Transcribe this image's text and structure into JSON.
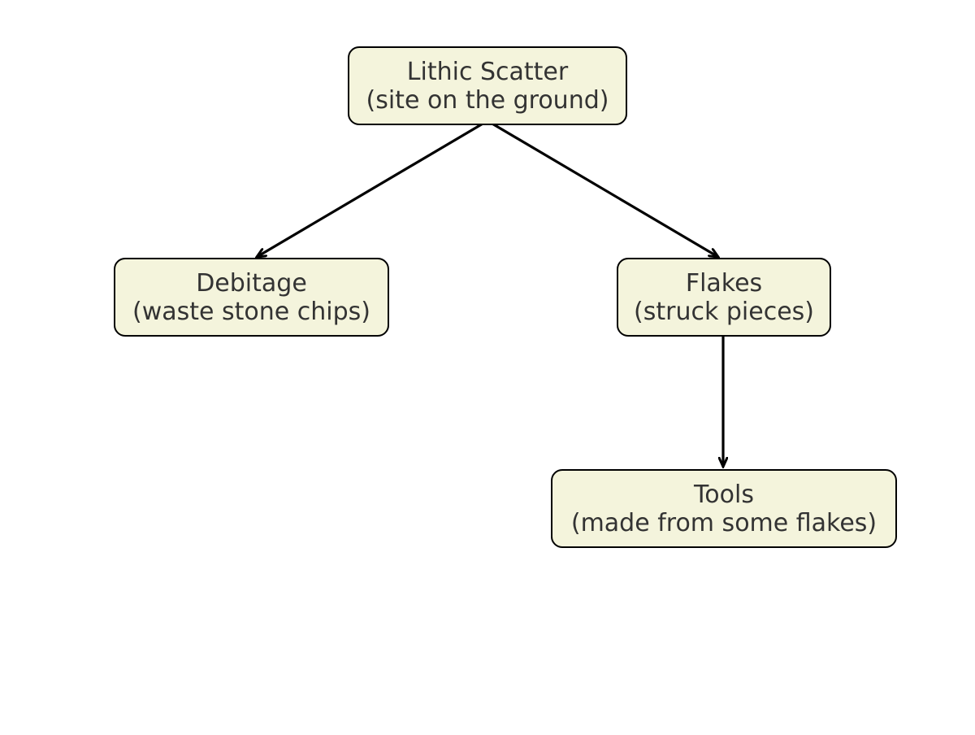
{
  "diagram": {
    "type": "tree",
    "colors": {
      "node_fill": "#f4f4dc",
      "node_border": "#000000",
      "text": "#333333",
      "edge": "#000000"
    },
    "nodes": [
      {
        "id": "root",
        "title": "Lithic Scatter",
        "subtitle": "(site on the ground)"
      },
      {
        "id": "debitage",
        "title": "Debitage",
        "subtitle": "(waste stone chips)"
      },
      {
        "id": "flakes",
        "title": "Flakes",
        "subtitle": "(struck pieces)"
      },
      {
        "id": "tools",
        "title": "Tools",
        "subtitle": "(made from some flakes)"
      }
    ],
    "edges": [
      {
        "from": "root",
        "to": "debitage"
      },
      {
        "from": "root",
        "to": "flakes"
      },
      {
        "from": "flakes",
        "to": "tools"
      }
    ]
  }
}
